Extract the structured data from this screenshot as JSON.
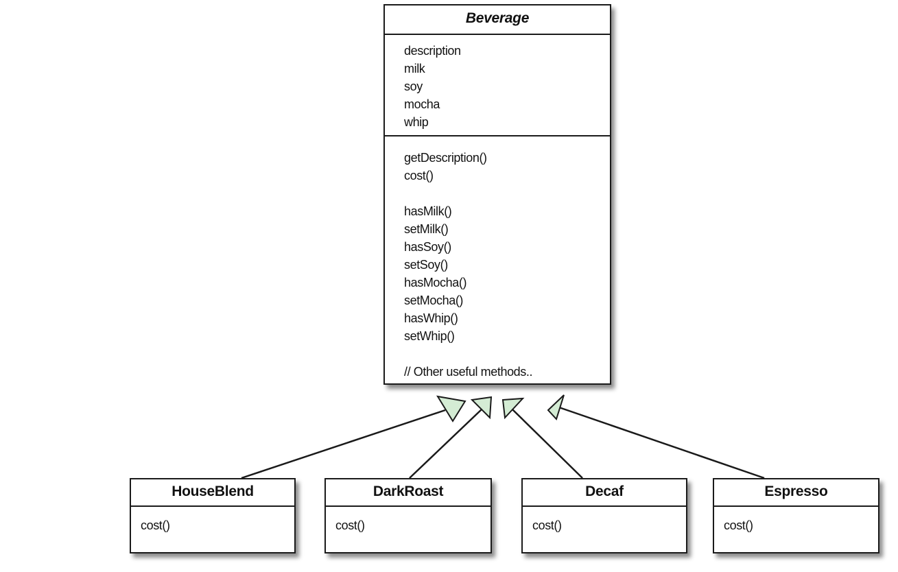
{
  "superclass": {
    "name": "Beverage",
    "attributes": [
      "description",
      "milk",
      "soy",
      "mocha",
      "whip"
    ],
    "methods": [
      "getDescription()",
      "cost()",
      "",
      "hasMilk()",
      "setMilk()",
      "hasSoy()",
      "setSoy()",
      "hasMocha()",
      "setMocha()",
      "hasWhip()",
      "setWhip()",
      "",
      "// Other useful methods.."
    ]
  },
  "subclasses": [
    {
      "name": "HouseBlend",
      "methods": [
        "cost()"
      ]
    },
    {
      "name": "DarkRoast",
      "methods": [
        "cost()"
      ]
    },
    {
      "name": "Decaf",
      "methods": [
        "cost()"
      ]
    },
    {
      "name": "Espresso",
      "methods": [
        "cost()"
      ]
    }
  ],
  "colors": {
    "arrowhead_fill": "#d4ecd4",
    "line": "#1a1a1a"
  },
  "relationship": "generalization"
}
